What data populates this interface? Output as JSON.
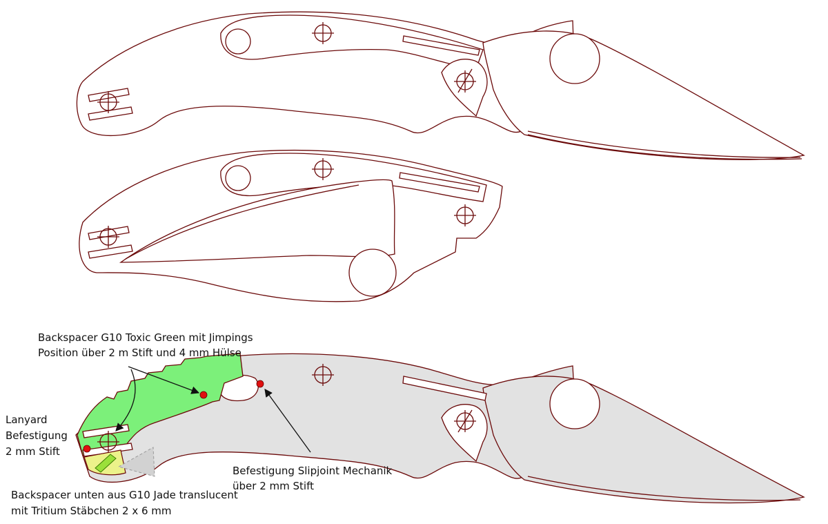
{
  "annotations": {
    "backspacer_top_line1": "Backspacer G10 Toxic Green mit Jimpings",
    "backspacer_top_line2": "Position über 2 m Stift und 4 mm Hülse",
    "lanyard_line1": "Lanyard",
    "lanyard_line2": "Befestigung",
    "lanyard_line3": "2 mm Stift",
    "slipjoint_line1": "Befestigung Slipjoint Mechanik",
    "slipjoint_line2": "über 2 mm Stift",
    "backspacer_bottom_line1": "Backspacer unten aus G10 Jade translucent",
    "backspacer_bottom_line2": "mit Tritium Stäbchen 2 x 6 mm"
  },
  "colors": {
    "outline": "#6b0a0a",
    "handle_fill": "#e2e2e2",
    "toxic_green": "#7cf07a",
    "jade_yellow": "#ecf28a",
    "tritium": "#9be03a",
    "pin_marker": "#e01010"
  }
}
